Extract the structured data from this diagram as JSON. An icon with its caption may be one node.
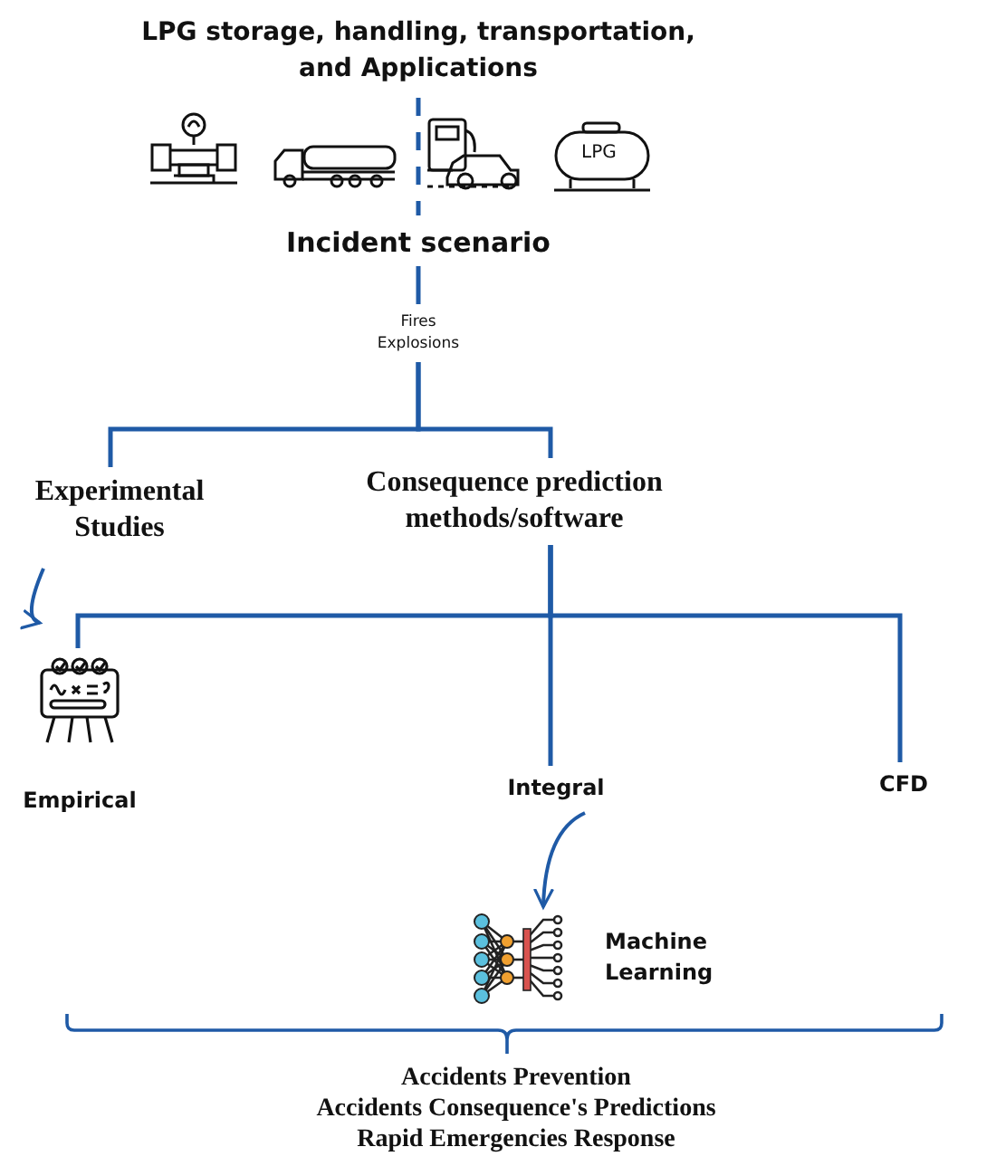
{
  "diagram": {
    "nodes": [
      {
        "text": [
          "LPG storage, handling, transportation, and Applications"
        ]
      },
      {
        "text": [
          "Incident scenario"
        ]
      },
      {
        "text": [
          "Fires Explosions"
        ]
      },
      {
        "text": [
          "Experimental Studies"
        ]
      },
      {
        "text": [
          "Consequence prediction methods/software"
        ]
      },
      {
        "text": [
          "Empirical"
        ]
      },
      {
        "text": [
          "Integral"
        ]
      },
      {
        "text": [
          "CFD"
        ]
      },
      {
        "text": [
          "Machine Learning"
        ]
      },
      {
        "text": [
          "Accidents Prevention",
          "Accidents Consequence's Predictions",
          "Rapid Emergencies Response"
        ]
      }
    ],
    "edges": [
      {
        "from": 0,
        "to": 1,
        "arrow": "none",
        "style": "dashed"
      },
      {
        "from": 1,
        "to": 2,
        "arrow": "none"
      },
      {
        "from": 2,
        "to": 3,
        "arrow": "none"
      },
      {
        "from": 2,
        "to": 4,
        "arrow": "none"
      },
      {
        "from": 4,
        "to": 5,
        "arrow": "none"
      },
      {
        "from": 4,
        "to": 6,
        "arrow": "none"
      },
      {
        "from": 4,
        "to": 7,
        "arrow": "none"
      },
      {
        "from": 3,
        "to": 5,
        "arrow": "to"
      },
      {
        "from": 6,
        "to": 8,
        "arrow": "to"
      }
    ],
    "labels": [
      "LPG"
    ]
  }
}
